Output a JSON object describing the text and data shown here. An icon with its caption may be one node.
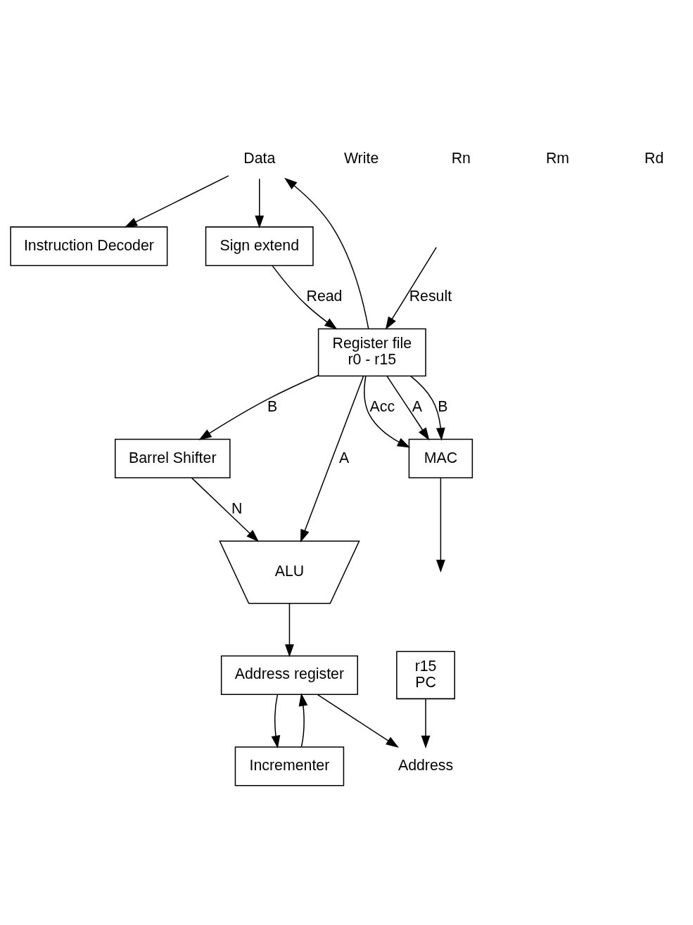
{
  "diagram": {
    "nodes": [
      {
        "text": [
          "Data"
        ]
      },
      {
        "text": [
          "Instruction Decoder"
        ]
      },
      {
        "text": [
          "Sign extend"
        ]
      },
      {
        "text": [
          "Register file",
          "r0 - r15"
        ]
      },
      {
        "text": [
          "r15",
          "PC"
        ]
      },
      {
        "text": [
          "Barrel Shifter"
        ]
      },
      {
        "text": [
          "MAC"
        ]
      },
      {
        "text": [
          "ALU"
        ]
      },
      {
        "text": [
          "Address register"
        ]
      },
      {
        "text": [
          "Incrementer"
        ]
      },
      {
        "text": [
          "Address"
        ]
      }
    ],
    "edges": [
      {
        "from": 0,
        "to": 2,
        "arrow": "to"
      },
      {
        "from": 3,
        "to": 0,
        "arrow": "to"
      },
      {
        "from": 0,
        "to": 1,
        "arrow": "to"
      },
      {
        "from": 2,
        "to": 3,
        "arrow": "to",
        "label": "Read"
      },
      {
        "from": null,
        "to": 3,
        "arrow": "to",
        "label": "Result"
      },
      {
        "from": 3,
        "to": 7,
        "arrow": "to",
        "label": "A"
      },
      {
        "from": 3,
        "to": 5,
        "arrow": "to",
        "label": "B"
      },
      {
        "from": 3,
        "to": 6,
        "arrow": "to",
        "label": "A"
      },
      {
        "from": 3,
        "to": 6,
        "arrow": "to",
        "label": "B"
      },
      {
        "from": 3,
        "to": 6,
        "arrow": "to",
        "label": "Acc"
      },
      {
        "from": 5,
        "to": 7,
        "arrow": "to",
        "label": "N"
      },
      {
        "from": 6,
        "to": null,
        "arrow": "to"
      },
      {
        "from": 7,
        "to": 8,
        "arrow": "to"
      },
      {
        "from": 9,
        "to": 8,
        "arrow": "to"
      },
      {
        "from": 8,
        "to": 9,
        "arrow": "to"
      },
      {
        "from": 8,
        "to": 10,
        "arrow": "to"
      },
      {
        "from": 4,
        "to": 10,
        "arrow": "to"
      }
    ],
    "labels": [
      "Write",
      "Rn",
      "Rm",
      "Rd"
    ]
  }
}
